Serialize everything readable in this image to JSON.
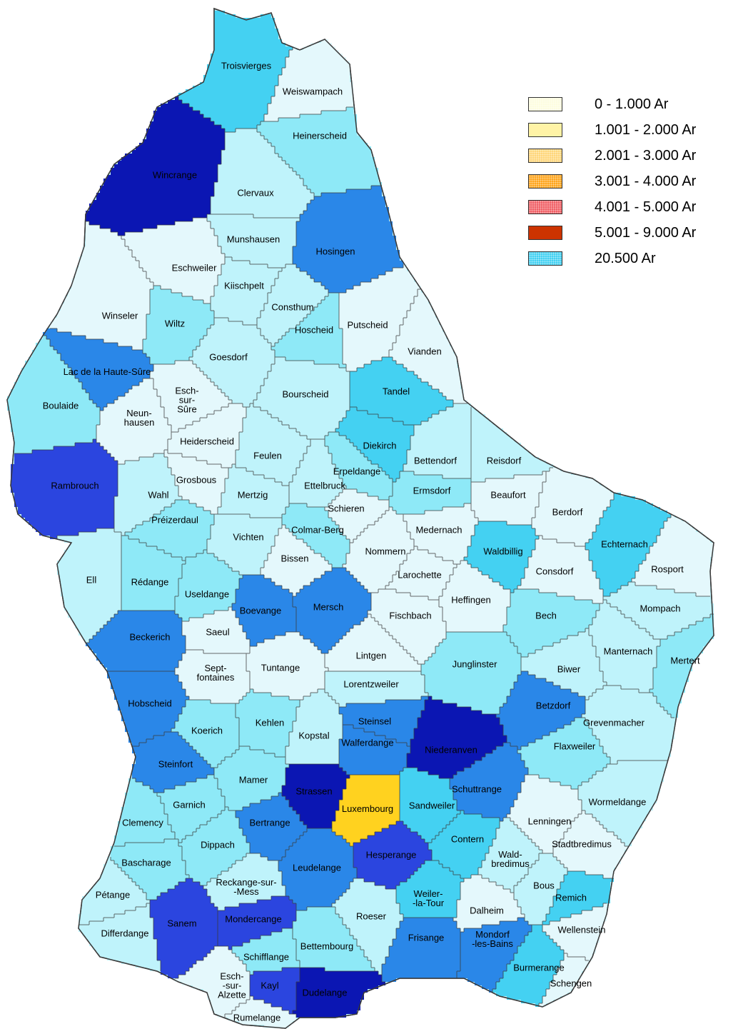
{
  "colors": {
    "outline": "#3a3a3a",
    "background": "#ffffff",
    "c0": "#e4f8fc",
    "c1": "#bff3fb",
    "c2": "#8ee9f7",
    "c3": "#44d1f2",
    "c4": "#2a87e8",
    "c5": "#2b45df",
    "c6": "#0b16b3",
    "luxembourg": "#ffd21f"
  },
  "legend": {
    "items": [
      {
        "label": "0 - 1.000 Ar",
        "color": "#fdfde0",
        "pattern": "dots"
      },
      {
        "label": "1.001 - 2.000 Ar",
        "color": "#fff3a6",
        "pattern": "none"
      },
      {
        "label": "2.001 - 3.000 Ar",
        "color": "#ffd67a",
        "pattern": "dots"
      },
      {
        "label": "3.001 - 4.000 Ar",
        "color": "#ffa51c",
        "pattern": "dots"
      },
      {
        "label": "4.001 - 5.000 Ar",
        "color": "#f05e64",
        "pattern": "dots"
      },
      {
        "label": "5.001 - 9.000 Ar",
        "color": "#cc3300",
        "pattern": "none"
      },
      {
        "label": "20.500 Ar",
        "color": "#44d1f2",
        "pattern": "dots"
      }
    ]
  },
  "communes": [
    {
      "id": "troisvierges",
      "label": "Troisvierges",
      "shade": "c3"
    },
    {
      "id": "weiswampach",
      "label": "Weiswampach",
      "shade": "c0"
    },
    {
      "id": "heinerscheid",
      "label": "Heinerscheid",
      "shade": "c2"
    },
    {
      "id": "wincrange",
      "label": "Wincrange",
      "shade": "c6"
    },
    {
      "id": "clervaux",
      "label": "Clervaux",
      "shade": "c1"
    },
    {
      "id": "munshausen",
      "label": "Munshausen",
      "shade": "c1"
    },
    {
      "id": "hosingen",
      "label": "Hosingen",
      "shade": "c4"
    },
    {
      "id": "eschweiler",
      "label": "Eschweiler",
      "shade": "c0"
    },
    {
      "id": "kiischpelt",
      "label": "Kiischpelt",
      "shade": "c1"
    },
    {
      "id": "consthum",
      "label": "Consthum",
      "shade": "c1"
    },
    {
      "id": "winseler",
      "label": "Winseler",
      "shade": "c0"
    },
    {
      "id": "wiltz",
      "label": "Wiltz",
      "shade": "c2"
    },
    {
      "id": "hoscheid",
      "label": "Hoscheid",
      "shade": "c2"
    },
    {
      "id": "putscheid",
      "label": "Putscheid",
      "shade": "c0"
    },
    {
      "id": "goesdorf",
      "label": "Goesdorf",
      "shade": "c1"
    },
    {
      "id": "vianden",
      "label": "Vianden",
      "shade": "c0"
    },
    {
      "id": "lac-haute-sure",
      "label": "Lac de la Haute-Sûre",
      "shade": "c4"
    },
    {
      "id": "esch-sur-sure",
      "label": "Esch-\nsur-\nSûre",
      "shade": "c0"
    },
    {
      "id": "bourscheid",
      "label": "Bourscheid",
      "shade": "c1"
    },
    {
      "id": "tandel",
      "label": "Tandel",
      "shade": "c3"
    },
    {
      "id": "boulaide",
      "label": "Boulaide",
      "shade": "c2"
    },
    {
      "id": "neunhausen",
      "label": "Neun-\nhausen",
      "shade": "c0"
    },
    {
      "id": "heiderscheid",
      "label": "Heiderscheid",
      "shade": "c0"
    },
    {
      "id": "feulen",
      "label": "Feulen",
      "shade": "c1"
    },
    {
      "id": "diekirch",
      "label": "Diekirch",
      "shade": "c3"
    },
    {
      "id": "bettendorf",
      "label": "Bettendorf",
      "shade": "c1"
    },
    {
      "id": "reisdorf",
      "label": "Reisdorf",
      "shade": "c1"
    },
    {
      "id": "rambrouch",
      "label": "Rambrouch",
      "shade": "c5"
    },
    {
      "id": "grosbous",
      "label": "Grosbous",
      "shade": "c0"
    },
    {
      "id": "erpeldange",
      "label": "Erpeldange",
      "shade": "c2"
    },
    {
      "id": "ettelbruck",
      "label": "Ettelbruck",
      "shade": "c1"
    },
    {
      "id": "wahl",
      "label": "Wahl",
      "shade": "c1"
    },
    {
      "id": "mertzig",
      "label": "Mertzig",
      "shade": "c1"
    },
    {
      "id": "ermsdorf",
      "label": "Ermsdorf",
      "shade": "c2"
    },
    {
      "id": "beaufort",
      "label": "Beaufort",
      "shade": "c0"
    },
    {
      "id": "schieren",
      "label": "Schieren",
      "shade": "c0"
    },
    {
      "id": "berdorf",
      "label": "Berdorf",
      "shade": "c0"
    },
    {
      "id": "preizerdaul",
      "label": "Préizerdaul",
      "shade": "c2"
    },
    {
      "id": "vichten",
      "label": "Vichten",
      "shade": "c1"
    },
    {
      "id": "colmar-berg",
      "label": "Colmar-Berg",
      "shade": "c2"
    },
    {
      "id": "medernach",
      "label": "Medernach",
      "shade": "c0"
    },
    {
      "id": "waldbillig",
      "label": "Waldbillig",
      "shade": "c3"
    },
    {
      "id": "echternach",
      "label": "Echternach",
      "shade": "c3"
    },
    {
      "id": "bissen",
      "label": "Bissen",
      "shade": "c0"
    },
    {
      "id": "nommern",
      "label": "Nommern",
      "shade": "c0"
    },
    {
      "id": "larochette",
      "label": "Larochette",
      "shade": "c0"
    },
    {
      "id": "consdorf",
      "label": "Consdorf",
      "shade": "c0"
    },
    {
      "id": "rosport",
      "label": "Rosport",
      "shade": "c0"
    },
    {
      "id": "ell",
      "label": "Ell",
      "shade": "c1"
    },
    {
      "id": "redange",
      "label": "Rédange",
      "shade": "c2"
    },
    {
      "id": "useldange",
      "label": "Useldange",
      "shade": "c2"
    },
    {
      "id": "boevange",
      "label": "Boevange",
      "shade": "c4"
    },
    {
      "id": "mersch",
      "label": "Mersch",
      "shade": "c4"
    },
    {
      "id": "heffingen",
      "label": "Heffingen",
      "shade": "c0"
    },
    {
      "id": "mompach",
      "label": "Mompach",
      "shade": "c1"
    },
    {
      "id": "fischbach",
      "label": "Fischbach",
      "shade": "c0"
    },
    {
      "id": "bech",
      "label": "Bech",
      "shade": "c2"
    },
    {
      "id": "beckerich",
      "label": "Beckerich",
      "shade": "c4"
    },
    {
      "id": "saeul",
      "label": "Saeul",
      "shade": "c0"
    },
    {
      "id": "lintgen",
      "label": "Lintgen",
      "shade": "c0"
    },
    {
      "id": "manternach",
      "label": "Manternach",
      "shade": "c1"
    },
    {
      "id": "mertert",
      "label": "Mertert",
      "shade": "c2"
    },
    {
      "id": "septfontaines",
      "label": "Sept-\nfontaines",
      "shade": "c0"
    },
    {
      "id": "tuntange",
      "label": "Tuntange",
      "shade": "c0"
    },
    {
      "id": "junglinster",
      "label": "Junglinster",
      "shade": "c2"
    },
    {
      "id": "biwer",
      "label": "Biwer",
      "shade": "c1"
    },
    {
      "id": "lorentzweiler",
      "label": "Lorentzweiler",
      "shade": "c1"
    },
    {
      "id": "hobscheid",
      "label": "Hobscheid",
      "shade": "c4"
    },
    {
      "id": "kehlen",
      "label": "Kehlen",
      "shade": "c2"
    },
    {
      "id": "steinsel",
      "label": "Steinsel",
      "shade": "c4"
    },
    {
      "id": "betzdorf",
      "label": "Betzdorf",
      "shade": "c4"
    },
    {
      "id": "koerich",
      "label": "Koerich",
      "shade": "c2"
    },
    {
      "id": "kopstal",
      "label": "Kopstal",
      "shade": "c1"
    },
    {
      "id": "walferdange",
      "label": "Walferdange",
      "shade": "c4"
    },
    {
      "id": "niederanven",
      "label": "Niederanven",
      "shade": "c6"
    },
    {
      "id": "grevenmacher",
      "label": "Grevenmacher",
      "shade": "c1"
    },
    {
      "id": "flaxweiler",
      "label": "Flaxweiler",
      "shade": "c2"
    },
    {
      "id": "steinfort",
      "label": "Steinfort",
      "shade": "c4"
    },
    {
      "id": "mamer",
      "label": "Mamer",
      "shade": "c2"
    },
    {
      "id": "strassen",
      "label": "Strassen",
      "shade": "c6"
    },
    {
      "id": "luxembourg",
      "label": "Luxembourg",
      "shade": "luxembourg"
    },
    {
      "id": "schuttrange",
      "label": "Schuttrange",
      "shade": "c4"
    },
    {
      "id": "sandweiler",
      "label": "Sandweiler",
      "shade": "c3"
    },
    {
      "id": "wormeldange",
      "label": "Wormeldange",
      "shade": "c1"
    },
    {
      "id": "garnich",
      "label": "Garnich",
      "shade": "c2"
    },
    {
      "id": "bertrange",
      "label": "Bertrange",
      "shade": "c4"
    },
    {
      "id": "lenningen",
      "label": "Lenningen",
      "shade": "c0"
    },
    {
      "id": "clemency",
      "label": "Clemency",
      "shade": "c2"
    },
    {
      "id": "contern",
      "label": "Contern",
      "shade": "c3"
    },
    {
      "id": "stadtbredimus",
      "label": "Stadtbredimus",
      "shade": "c0"
    },
    {
      "id": "dippach",
      "label": "Dippach",
      "shade": "c2"
    },
    {
      "id": "hesperange",
      "label": "Hesperange",
      "shade": "c5"
    },
    {
      "id": "waldbredimus",
      "label": "Wald-\nbredimus",
      "shade": "c1"
    },
    {
      "id": "bascharage",
      "label": "Bascharage",
      "shade": "c2"
    },
    {
      "id": "leudelange",
      "label": "Leudelange",
      "shade": "c4"
    },
    {
      "id": "reckange",
      "label": "Reckange-sur-\n-Mess",
      "shade": "c1"
    },
    {
      "id": "bous",
      "label": "Bous",
      "shade": "c1"
    },
    {
      "id": "weiler-la-tour",
      "label": "Weiler-\n-la-Tour",
      "shade": "c3"
    },
    {
      "id": "remich",
      "label": "Remich",
      "shade": "c3"
    },
    {
      "id": "petange",
      "label": "Pétange",
      "shade": "c1"
    },
    {
      "id": "dalheim",
      "label": "Dalheim",
      "shade": "c0"
    },
    {
      "id": "sanem",
      "label": "Sanem",
      "shade": "c5"
    },
    {
      "id": "mondercange",
      "label": "Mondercange",
      "shade": "c5"
    },
    {
      "id": "roeser",
      "label": "Roeser",
      "shade": "c1"
    },
    {
      "id": "wellenstein",
      "label": "Wellenstein",
      "shade": "c0"
    },
    {
      "id": "differdange",
      "label": "Differdange",
      "shade": "c1"
    },
    {
      "id": "frisange",
      "label": "Frisange",
      "shade": "c4"
    },
    {
      "id": "mondorf",
      "label": "Mondorf\n-les-Bains",
      "shade": "c4"
    },
    {
      "id": "bettembourg",
      "label": "Bettembourg",
      "shade": "c2"
    },
    {
      "id": "schifflange",
      "label": "Schifflange",
      "shade": "c2"
    },
    {
      "id": "burmerange",
      "label": "Burmerange",
      "shade": "c3"
    },
    {
      "id": "esch-alzette",
      "label": "Esch-\n-sur-\nAlzette",
      "shade": "c0"
    },
    {
      "id": "kayl",
      "label": "Kayl",
      "shade": "c5"
    },
    {
      "id": "dudelange",
      "label": "Dudelange",
      "shade": "c6"
    },
    {
      "id": "schengen",
      "label": "Schengen",
      "shade": "c0"
    },
    {
      "id": "rumelange",
      "label": "Rumelange",
      "shade": "c0"
    }
  ]
}
